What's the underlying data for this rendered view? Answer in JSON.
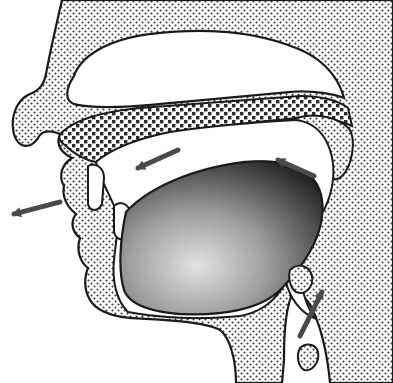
{
  "figure": {
    "kind": "airflow-sagittal-section",
    "colors": {
      "outline": "#1a1a1a",
      "stipple": "#3a3a3a",
      "tongue_dark": "#2c2c2c",
      "tongue_light": "#dcdcdc",
      "arrow": "#4a4a4a",
      "background": "#ffffff"
    },
    "arrows": [
      {
        "name": "airflow-arrow-larynx",
        "direction": "up"
      },
      {
        "name": "airflow-arrow-velum",
        "direction": "up-left"
      },
      {
        "name": "airflow-arrow-palate",
        "direction": "left"
      },
      {
        "name": "airflow-arrow-exit",
        "direction": "left"
      }
    ]
  }
}
